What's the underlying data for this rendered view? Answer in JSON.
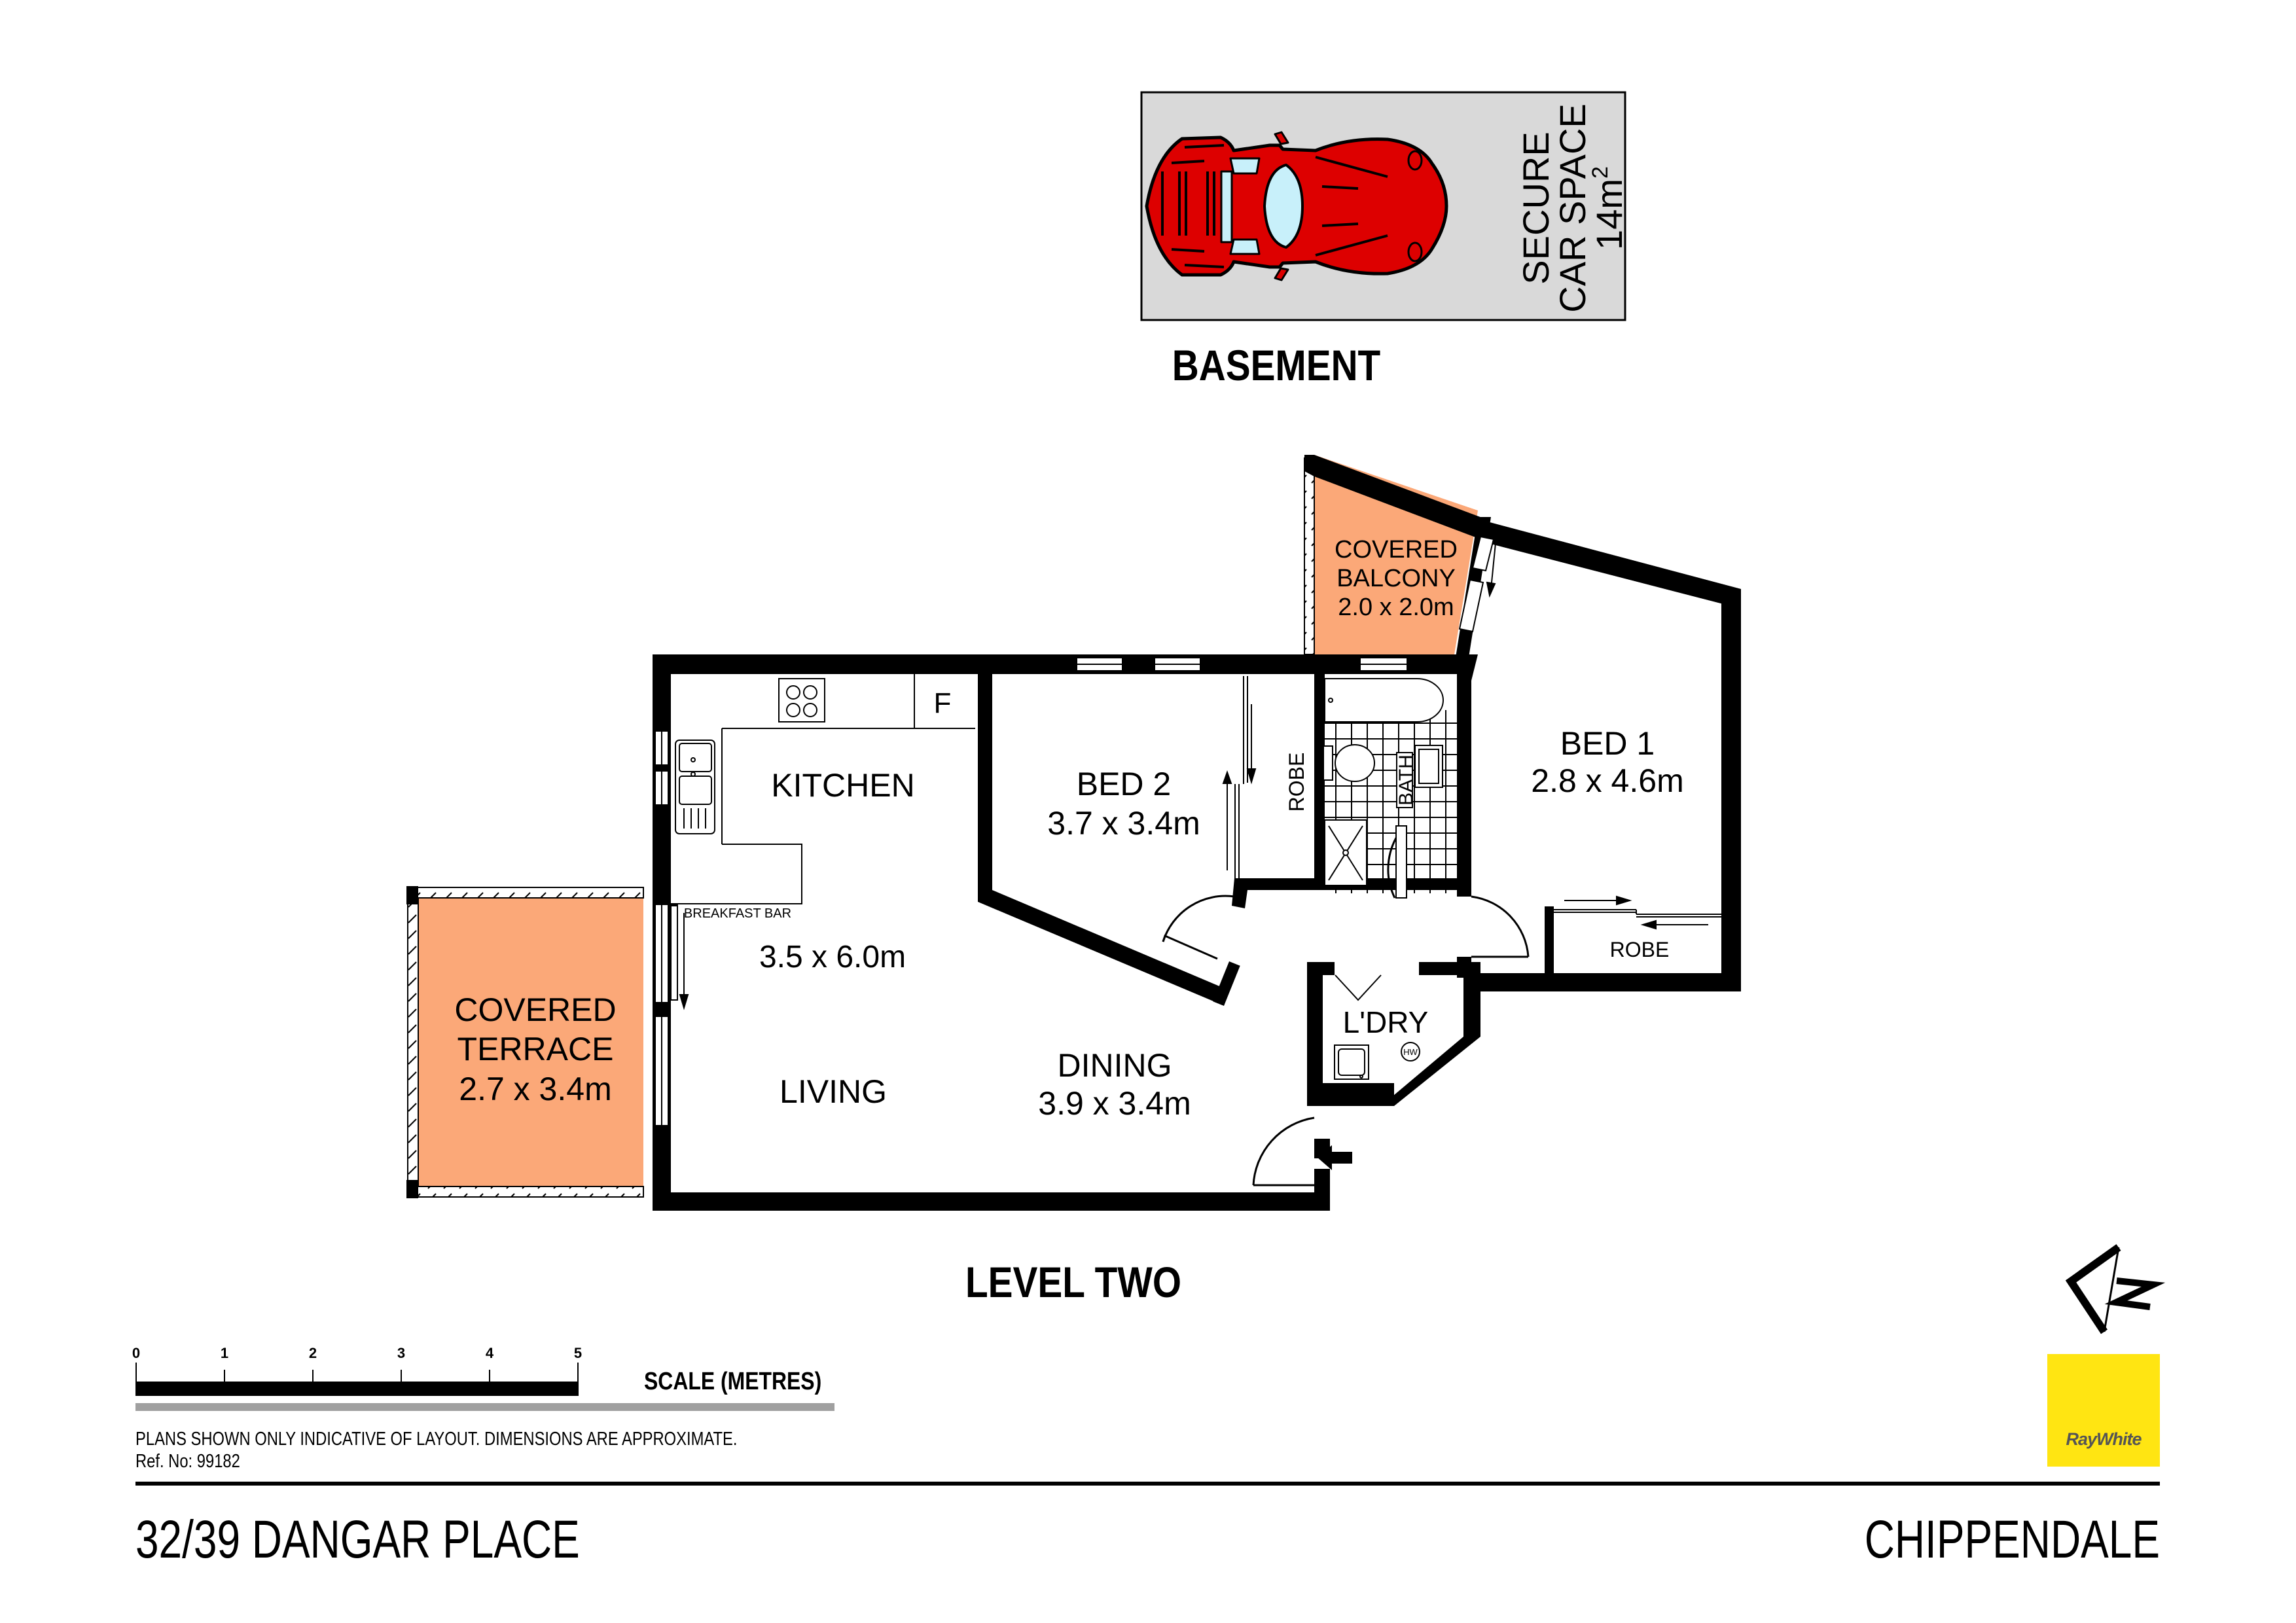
{
  "basement": {
    "heading": "BASEMENT",
    "car_space": {
      "line1": "SECURE",
      "line2": "CAR SPACE",
      "area": "14m",
      "area_sup": "2"
    },
    "colors": {
      "floor": "#D9D9D9",
      "car_body": "#DD0000",
      "car_glass": "#C8F0FA"
    }
  },
  "level_two": {
    "heading": "LEVEL TWO",
    "rooms": {
      "covered_balcony": {
        "name_line1": "COVERED",
        "name_line2": "BALCONY",
        "size": "2.0 x 2.0m"
      },
      "bed1": {
        "name": "BED 1",
        "size": "2.8 x 4.6m"
      },
      "bed1_robe": {
        "name": "ROBE"
      },
      "bed2": {
        "name": "BED 2",
        "size": "3.7 x 3.4m"
      },
      "bed2_robe": {
        "name": "ROBE"
      },
      "bath": {
        "name": "BATH"
      },
      "kitchen": {
        "name": "KITCHEN",
        "fridge": "F",
        "breakfast_bar": "BREAKFAST BAR"
      },
      "living": {
        "name": "LIVING",
        "size": "3.5 x 6.0m"
      },
      "dining": {
        "name": "DINING",
        "size": "3.9 x 3.4m"
      },
      "laundry": {
        "name": "L'DRY",
        "hot_water": "HW"
      },
      "covered_terrace": {
        "name_line1": "COVERED",
        "name_line2": "TERRACE",
        "size": "2.7 x 3.4m"
      }
    },
    "colors": {
      "outdoor": "#FBA878",
      "wall": "#000000"
    }
  },
  "scale_bar": {
    "ticks": [
      "0",
      "1",
      "2",
      "3",
      "4",
      "5"
    ],
    "label": "SCALE (METRES)"
  },
  "disclaimer": "PLANS SHOWN ONLY INDICATIVE OF LAYOUT.  DIMENSIONS ARE APPROXIMATE.",
  "reference": "Ref. No: 99182",
  "compass": {
    "label": "N",
    "icon": "north-arrow-icon"
  },
  "brand": {
    "name": "RayWhite",
    "color": "#FFE512"
  },
  "address": "32/39 DANGAR PLACE",
  "suburb": "CHIPPENDALE"
}
